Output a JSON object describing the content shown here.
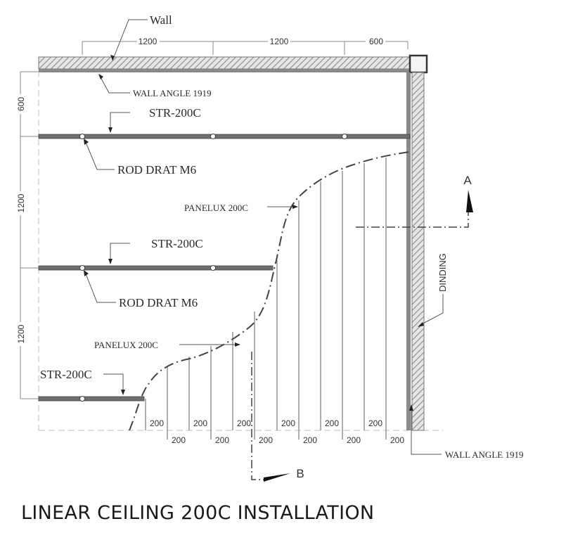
{
  "title": "LINEAR CEILING 200C INSTALLATION",
  "labels": {
    "wall": "Wall",
    "wall_angle_top": "WALL ANGLE 1919",
    "wall_angle_bottom": "WALL ANGLE 1919",
    "str_1": "STR-200C",
    "str_2": "STR-200C",
    "str_3": "STR-200C",
    "rod_1": "ROD DRAT M6",
    "rod_2": "ROD DRAT M6",
    "panelux_1": "PANELUX 200C",
    "panelux_2": "PANELUX 200C",
    "dinding": "DINDING",
    "section_a": "A",
    "section_b": "B"
  },
  "dimensions": {
    "top": [
      "1200",
      "1200",
      "600"
    ],
    "left": [
      "600",
      "1200",
      "1200"
    ],
    "panel_spacing_upper": [
      "200",
      "200",
      "200",
      "200",
      "200",
      "200"
    ],
    "panel_spacing_lower": [
      "200",
      "200",
      "200",
      "200",
      "200",
      "200"
    ]
  },
  "colors": {
    "line": "#555555",
    "rail": "#6e6e6e",
    "hatch": "#9a9a9a",
    "text": "#2a2a2a"
  }
}
